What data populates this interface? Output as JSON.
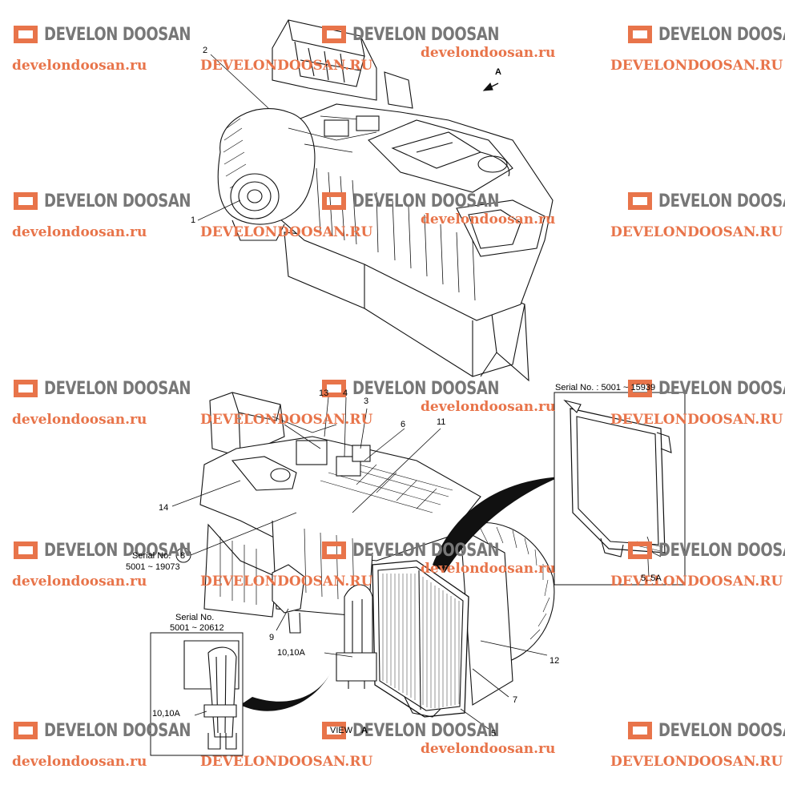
{
  "watermark": {
    "brand": "DEVELON DOOSAN",
    "url_lower": "develondoosan.ru",
    "url_upper": "DEVELONDOOSAN.RU",
    "color_brand": "#777777",
    "color_url": "#e8744a"
  },
  "callouts": {
    "c1": "1",
    "c2": "2",
    "c3": "3",
    "c4": "4",
    "c5": "5",
    "c6": "6",
    "c7": "7",
    "c8": "8",
    "c9": "9",
    "c10": "10,10A",
    "c10b": "10,10A",
    "c11": "11",
    "c12": "12",
    "c13": "13",
    "c14": "14",
    "c55a": "5, 5A",
    "arrowA": "A"
  },
  "notes": {
    "serial_label": "Serial No.",
    "serial_8_range": "5001 ~ 19073",
    "serial_filter": "Serial No. : 5001 ~ 15939",
    "serial_hose_label": "Serial No.",
    "serial_hose_range": "5001 ~ 20612",
    "view_label": "VIEW",
    "view_letter": "A"
  }
}
